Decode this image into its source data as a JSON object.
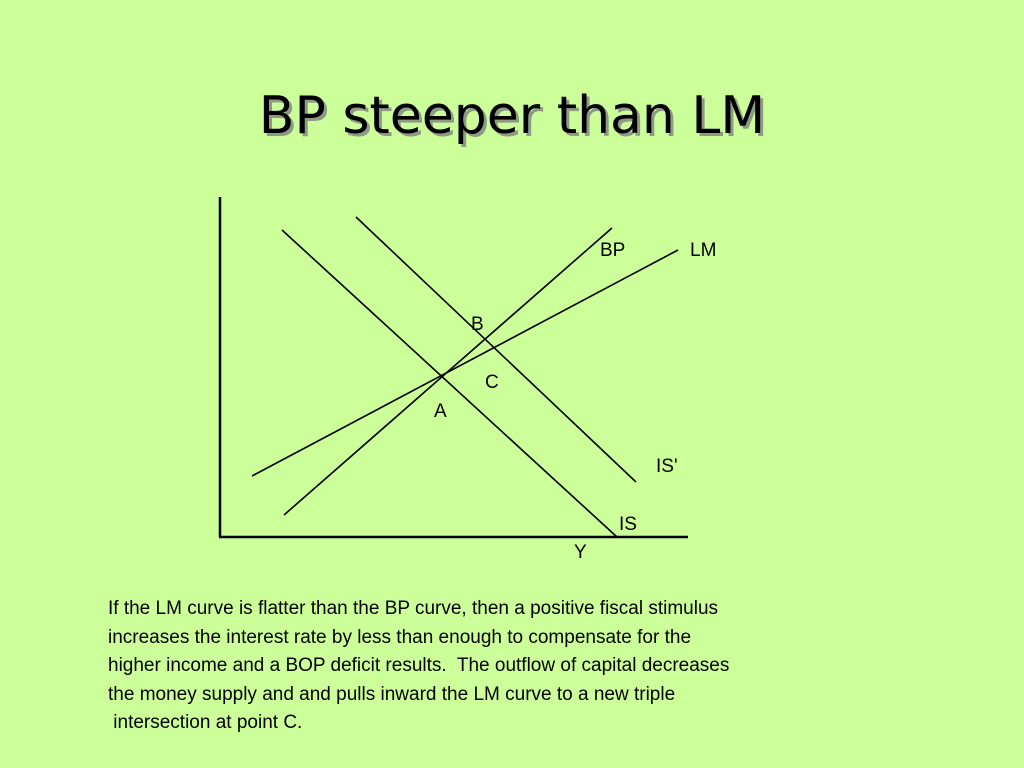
{
  "slide": {
    "title": "BP steeper than LM"
  },
  "diagram": {
    "labels": {
      "bp": "BP",
      "lm": "LM",
      "point_b": "B",
      "point_c": "C",
      "point_a": "A",
      "is_prime": "IS'",
      "is": "IS",
      "y_axis": "Y"
    }
  },
  "caption": {
    "lines": [
      "If the LM curve is flatter than the BP curve, then a positive fiscal stimulus",
      "increases the interest rate by less than enough to compensate for the",
      "higher income and a BOP deficit results.  The outflow of capital decreases",
      "the money supply and and pulls inward the LM curve to a new triple",
      " intersection at point C."
    ]
  },
  "colors": {
    "background": "#CCFF99",
    "ink": "#000000"
  }
}
